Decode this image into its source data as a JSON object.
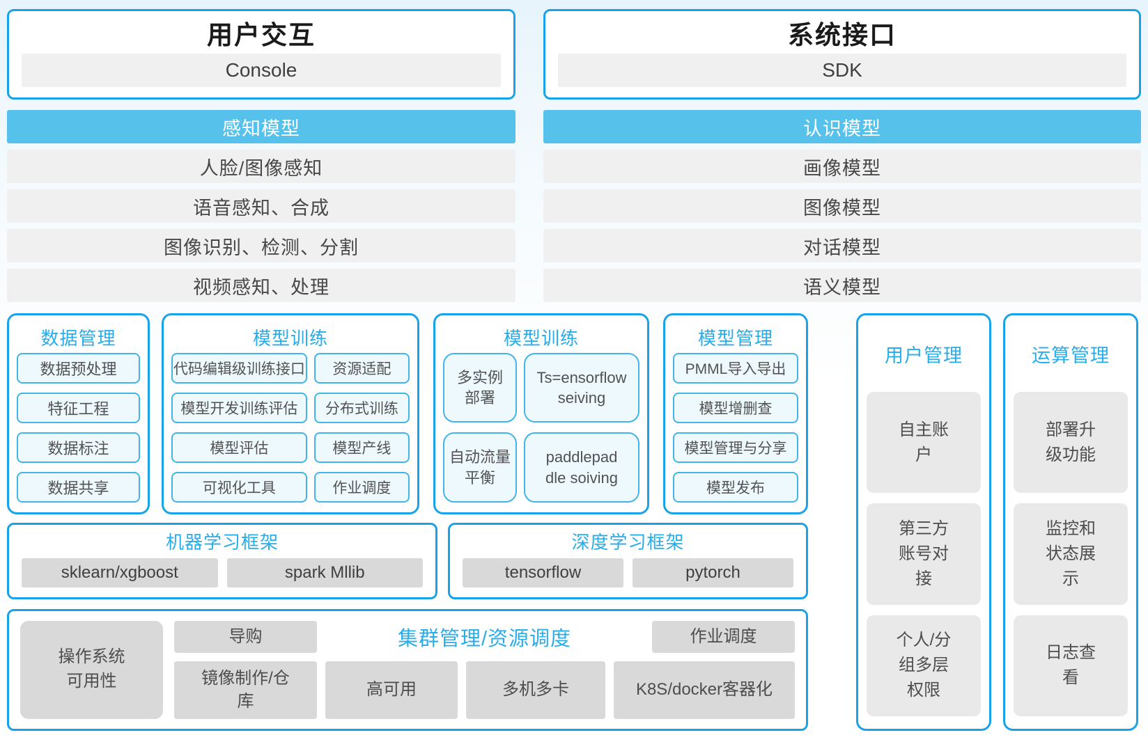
{
  "top_panels": {
    "left": {
      "title": "用户交互",
      "item": "Console"
    },
    "right": {
      "title": "系统接口",
      "item": "SDK"
    }
  },
  "model_columns": {
    "left": {
      "header": "感知模型",
      "rows": [
        "人脸/图像感知",
        "语音感知、合成",
        "图像识别、检测、分割",
        "视频感知、处理"
      ]
    },
    "right": {
      "header": "认识模型",
      "rows": [
        "画像模型",
        "图像模型",
        "对话模型",
        "语义模型"
      ]
    }
  },
  "middle_boxes": {
    "data_mgmt": {
      "title": "数据管理",
      "items": [
        "数据预处理",
        "特征工程",
        "数据标注",
        "数据共享"
      ]
    },
    "model_training": {
      "title": "模型训练",
      "items": [
        "代码编辑级训练接口",
        "资源适配",
        "模型开发训练评估",
        "分布式训练",
        "模型评估",
        "模型产线",
        "可视化工具",
        "作业调度"
      ]
    },
    "model_serving": {
      "title": "模型训练",
      "items": [
        "多实例\n部署",
        "Ts=ensorflow\nseiving",
        "自动流量\n平衡",
        "paddlepad\ndle soiving"
      ]
    },
    "model_mgmt": {
      "title": "模型管理",
      "items": [
        "PMML导入导出",
        "模型增删查",
        "模型管理与分享",
        "模型发布"
      ]
    }
  },
  "frameworks": {
    "ml": {
      "title": "机器学习框架",
      "items": [
        "sklearn/xgboost",
        "spark Mllib"
      ]
    },
    "dl": {
      "title": "深度学习框架",
      "items": [
        "tensorflow",
        "pytorch"
      ]
    }
  },
  "cluster": {
    "title": "集群管理/资源调度",
    "os_item": "操作系统\n可用性",
    "row1": [
      "导购",
      "作业调度"
    ],
    "row2": [
      "镜像制作/仓\n库",
      "高可用",
      "多机多卡",
      "K8S/docker客器化"
    ]
  },
  "side_columns": {
    "user": {
      "title": "用户管理",
      "items": [
        "自主账\n户",
        "第三方\n账号对\n接",
        "个人/分\n组多层\n权限"
      ]
    },
    "compute": {
      "title": "运算管理",
      "items": [
        "部署升\n级功能",
        "监控和\n状态展\n示",
        "日志查\n看"
      ]
    }
  },
  "colors": {
    "border_blue": "#18a3e8",
    "title_blue": "#29ade9",
    "bar_blue": "#56c1eb",
    "row_gray": "#f0f0f0",
    "chip_gray": "#d9d9d9",
    "soft_gray": "#e9e9e9",
    "item_fill": "#eef9fe",
    "item_border": "#41b4e9"
  }
}
